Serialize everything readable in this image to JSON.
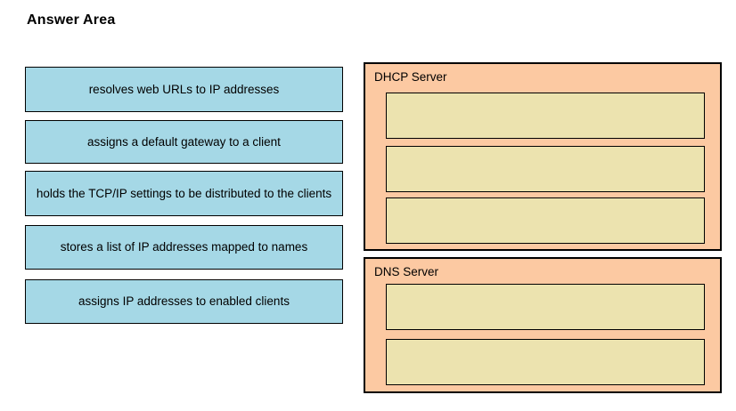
{
  "title": "Answer Area",
  "colors": {
    "option_fill": "#a5d8e6",
    "panel_fill": "#fcc9a2",
    "slot_fill": "#ece3af",
    "border_color": "#000000",
    "text_color": "#000000",
    "page_bg": "#ffffff"
  },
  "options": [
    {
      "label": "resolves web URLs to IP addresses"
    },
    {
      "label": "assigns a default gateway to a client"
    },
    {
      "label": "holds the TCP/IP settings to be distributed to the clients"
    },
    {
      "label": "stores a list of IP addresses mapped to names"
    },
    {
      "label": "assigns IP addresses to enabled clients"
    }
  ],
  "targets": [
    {
      "label": "DHCP Server",
      "slot_count": 3
    },
    {
      "label": "DNS Server",
      "slot_count": 2
    }
  ]
}
